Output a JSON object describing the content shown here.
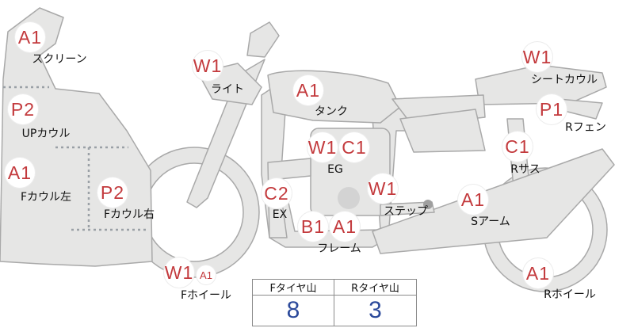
{
  "colors": {
    "part_fill": "#e6e6e5",
    "part_stroke": "#a9a9a9",
    "rating_text": "#c33a3d",
    "value_text": "#2c4a9b"
  },
  "parts": {
    "screen": {
      "label": "スクリーン",
      "ratings": [
        "A1"
      ]
    },
    "upper_cowl": {
      "label": "UPカウル",
      "ratings": [
        "P2"
      ]
    },
    "f_cowl_left": {
      "label": "Fカウル左",
      "ratings": [
        "A1"
      ]
    },
    "f_cowl_right": {
      "label": "Fカウル右",
      "ratings": [
        "P2"
      ]
    },
    "light": {
      "label": "ライト",
      "ratings": [
        "W1"
      ]
    },
    "tank": {
      "label": "タンク",
      "ratings": [
        "A1"
      ]
    },
    "engine": {
      "label": "EG",
      "ratings": [
        "W1",
        "C1"
      ]
    },
    "exhaust": {
      "label": "EX",
      "ratings": [
        "C2"
      ]
    },
    "frame": {
      "label": "フレーム",
      "ratings": [
        "B1",
        "A1"
      ]
    },
    "step": {
      "label": "ステップ",
      "ratings": [
        "W1"
      ]
    },
    "seat_cowl": {
      "label": "シートカウル",
      "ratings": [
        "W1"
      ]
    },
    "r_fender": {
      "label": "Rフェン",
      "ratings": [
        "P1"
      ]
    },
    "r_suspension": {
      "label": "Rサス",
      "ratings": [
        "C1"
      ]
    },
    "swing_arm": {
      "label": "Sアーム",
      "ratings": [
        "A1"
      ]
    },
    "r_wheel": {
      "label": "Rホイール",
      "ratings": [
        "A1"
      ]
    },
    "f_wheel": {
      "label": "Fホイール",
      "ratings": [
        "W1",
        "A1"
      ]
    }
  },
  "tire_tread": {
    "front": {
      "label": "Fタイヤ山",
      "value": "8"
    },
    "rear": {
      "label": "Rタイヤ山",
      "value": "3"
    }
  }
}
